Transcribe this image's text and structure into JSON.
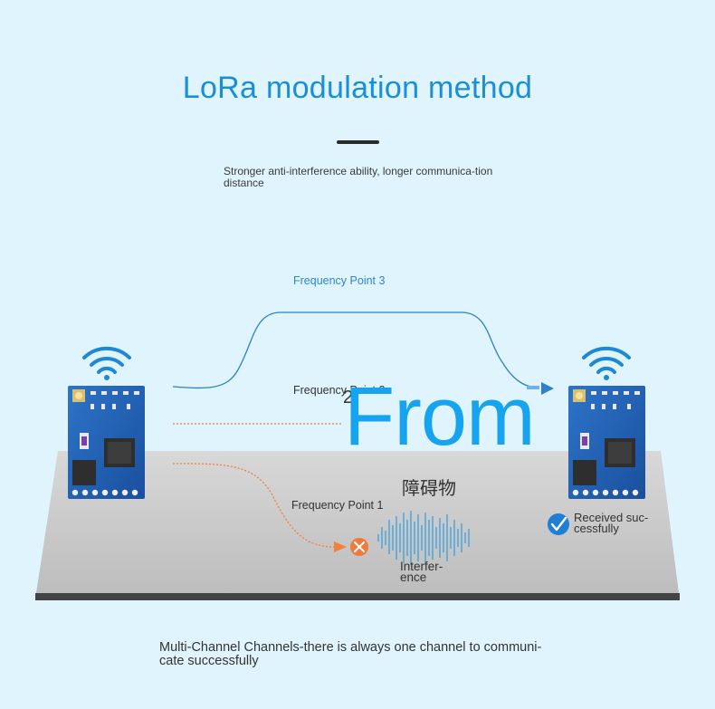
{
  "title": "LoRa modulation method",
  "subtitle": "Stronger anti-interference ability, longer communica-tion distance",
  "frequency_points": [
    {
      "label": "Frequency Point 3"
    },
    {
      "label": "Frequency Point 2"
    },
    {
      "label": "Frequency Point 1"
    }
  ],
  "overlay_word": "From",
  "overlay_number": "2",
  "obstacle": "障碍物",
  "interference": "Interfer-ence",
  "received": "Received suc-cessfully",
  "footer": "Multi-Channel Channels-there is always one channel to communi-cate successfully",
  "icons": {
    "signal": "wifi-signal-icon",
    "fail": "cross-icon",
    "success": "check-icon"
  },
  "colors": {
    "accent": "#1a8fd8",
    "path_top": "#2f80c7",
    "path_dashed": "#f0803c",
    "pcb": "#1f5fb5",
    "floor": "#c7c7c7"
  }
}
